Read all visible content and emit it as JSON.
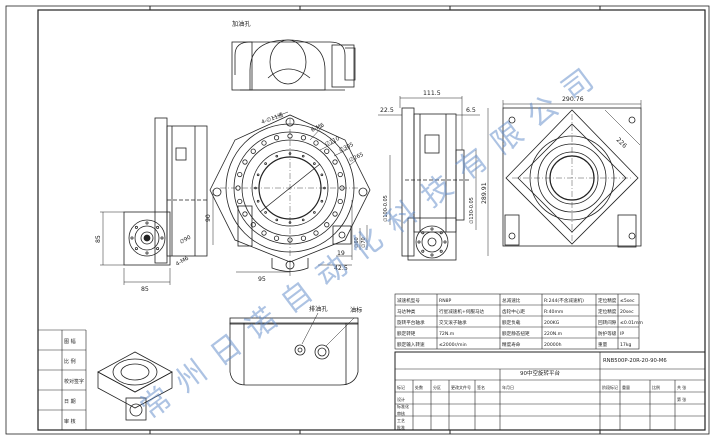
{
  "labels": {
    "oil_fill": "加油孔",
    "oil_drain": "排油孔",
    "oil_mark": "油标",
    "holes_top": "4-∅11通",
    "holes_6m": "6-M6",
    "dia_110": "∅110",
    "dia_305": "∅305",
    "dia_265": "∅265",
    "dia_90": "∅90",
    "holes_4m6": "4-M6",
    "d_111_5": "111.5",
    "d_22_5": "22.5",
    "d_6_5": "6.5",
    "d_290_76": "290.76",
    "d_226": "226",
    "d_100": "∅100-0.05",
    "d_130": "∅130-0.05",
    "d_289_91": "289.91",
    "d_85v": "85",
    "d_85h": "85",
    "d_90": "90",
    "d_95": "95",
    "d_42_5": "42.5",
    "d_19": "19",
    "d_60": "∅60",
    "d_70": "∅70"
  },
  "watermark": "常州日诺自动化科技有限公司",
  "spec_table": [
    [
      "减速机型号",
      "RN8P",
      "总减速比",
      "R:244(不含减速机)",
      "定位精度",
      "≤5sec"
    ],
    [
      "马达种类",
      "行星减速机+伺服马达",
      "齿轮中心距",
      "R:40mm",
      "定位精度",
      "20sec"
    ],
    [
      "旋转平台轴承",
      "交叉滚子轴承",
      "额定负载",
      "200KG",
      "回转间隙",
      "≤0.01mm"
    ],
    [
      "额定转矩",
      "72N.m",
      "额定静态扭矩",
      "220N.m",
      "防护等级",
      "IP"
    ],
    [
      "额定输入转速",
      "≤2000r/min",
      "精度寿命",
      "20000h",
      "重量",
      "17kg"
    ]
  ],
  "model_no": "RNB500P-20R-20-90-M6",
  "drawing_title": "90中空旋转平台",
  "left_cells": [
    "图 幅",
    "比 例",
    "校对签字",
    "日 期",
    "审 核"
  ],
  "bottom_cells": [
    "标记",
    "处数",
    "分区",
    "更改文件号",
    "签名",
    "年月日"
  ],
  "bottom_row2": [
    "设计",
    "标准化",
    "审核",
    "工艺",
    "批准"
  ],
  "sheet_info": [
    "阶段标记",
    "重量",
    "比例",
    "共 张",
    "第 张"
  ]
}
